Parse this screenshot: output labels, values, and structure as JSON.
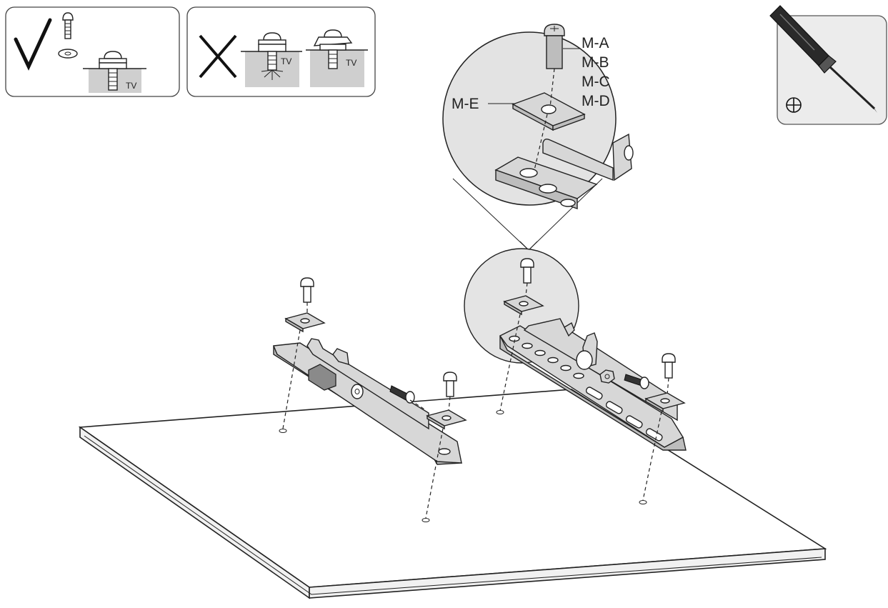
{
  "panels": {
    "correct": {
      "tv_label": "TV"
    },
    "incorrect": {
      "tv_label_1": "TV",
      "tv_label_2": "TV"
    }
  },
  "callout": {
    "bolt_labels": [
      "M-A",
      "M-B",
      "M-C",
      "M-D"
    ],
    "washer_label": "M-E"
  },
  "tool": {
    "name": "screwdriver-icon",
    "symbol": "⊕"
  },
  "colors": {
    "line": "#222222",
    "shade": "#c8c8c8",
    "panel_bg": "#ececec"
  }
}
